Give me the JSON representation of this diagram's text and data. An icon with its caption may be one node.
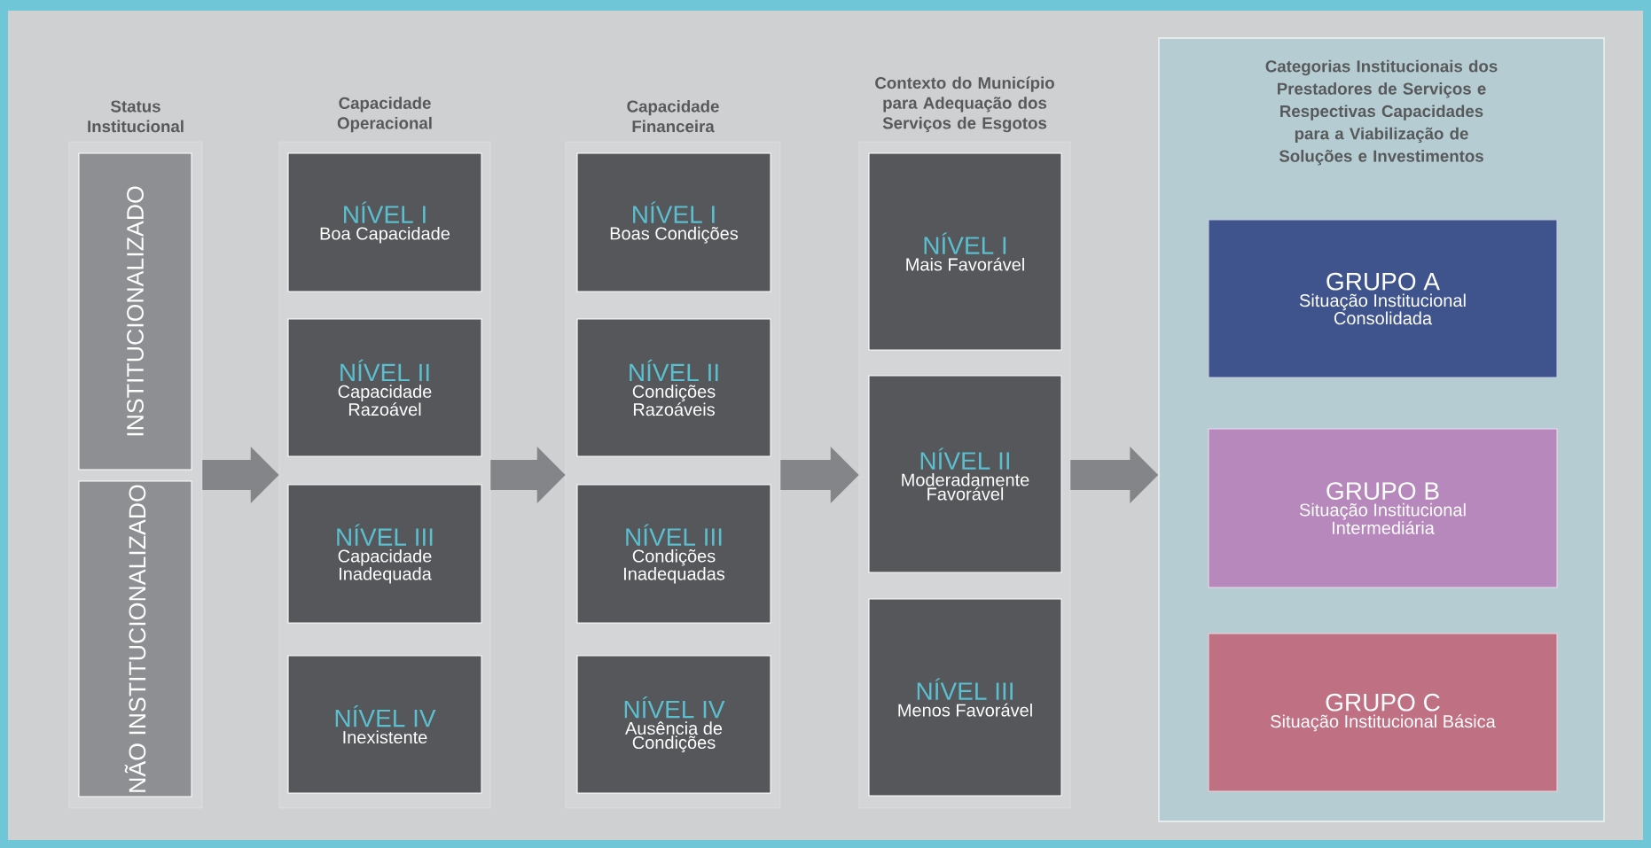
{
  "diagram": {
    "nodes": [
      {
        "text": [
          "Status Institucional"
        ]
      },
      {
        "text": [
          "INSTITUCIONALIZADO"
        ],
        "in": 0
      },
      {
        "text": [
          "NÃO INSTITUCIONALIZADO"
        ],
        "in": 0
      },
      {
        "text": [
          "Capacidade Operacional"
        ]
      },
      {
        "text": [
          "NÍVEL I",
          "Boa Capacidade"
        ],
        "in": 3
      },
      {
        "text": [
          "NÍVEL II",
          "Capacidade Razoável"
        ],
        "in": 3
      },
      {
        "text": [
          "NÍVEL III",
          "Capacidade Inadequada"
        ],
        "in": 3
      },
      {
        "text": [
          "NÍVEL IV",
          "Inexistente"
        ],
        "in": 3
      },
      {
        "text": [
          "Capacidade Financeira"
        ]
      },
      {
        "text": [
          "NÍVEL I",
          "Boas Condições"
        ],
        "in": 8
      },
      {
        "text": [
          "NÍVEL II",
          "Condições Razoáveis"
        ],
        "in": 8
      },
      {
        "text": [
          "NÍVEL III",
          "Condições Inadequadas"
        ],
        "in": 8
      },
      {
        "text": [
          "NÍVEL IV",
          "Ausência de Condições"
        ],
        "in": 8
      },
      {
        "text": [
          "Contexto do Município para Adequação dos Serviços de Esgotos"
        ]
      },
      {
        "text": [
          "NÍVEL I",
          "Mais Favorável"
        ],
        "in": 13
      },
      {
        "text": [
          "NÍVEL II",
          "Moderadamente Favorável"
        ],
        "in": 13
      },
      {
        "text": [
          "NÍVEL III",
          "Menos Favorável"
        ],
        "in": 13
      },
      {
        "text": [
          "Categorias Institucionais dos Prestadores de Serviços e Respectivas Capacidades para a Viabilização de Soluções e Investimentos"
        ]
      },
      {
        "text": [
          "GRUPO A",
          "Situação Institucional Consolidada"
        ],
        "in": 17
      },
      {
        "text": [
          "GRUPO B",
          "Situação Institucional Intermediária"
        ],
        "in": 17
      },
      {
        "text": [
          "GRUPO C",
          "Situação Institucional Básica"
        ],
        "in": 17
      }
    ],
    "edges": [
      {
        "from": 0,
        "to": 3,
        "arrow": "to"
      },
      {
        "from": 3,
        "to": 8,
        "arrow": "to"
      },
      {
        "from": 8,
        "to": 13,
        "arrow": "to"
      },
      {
        "from": 13,
        "to": 17,
        "arrow": "to"
      }
    ]
  }
}
